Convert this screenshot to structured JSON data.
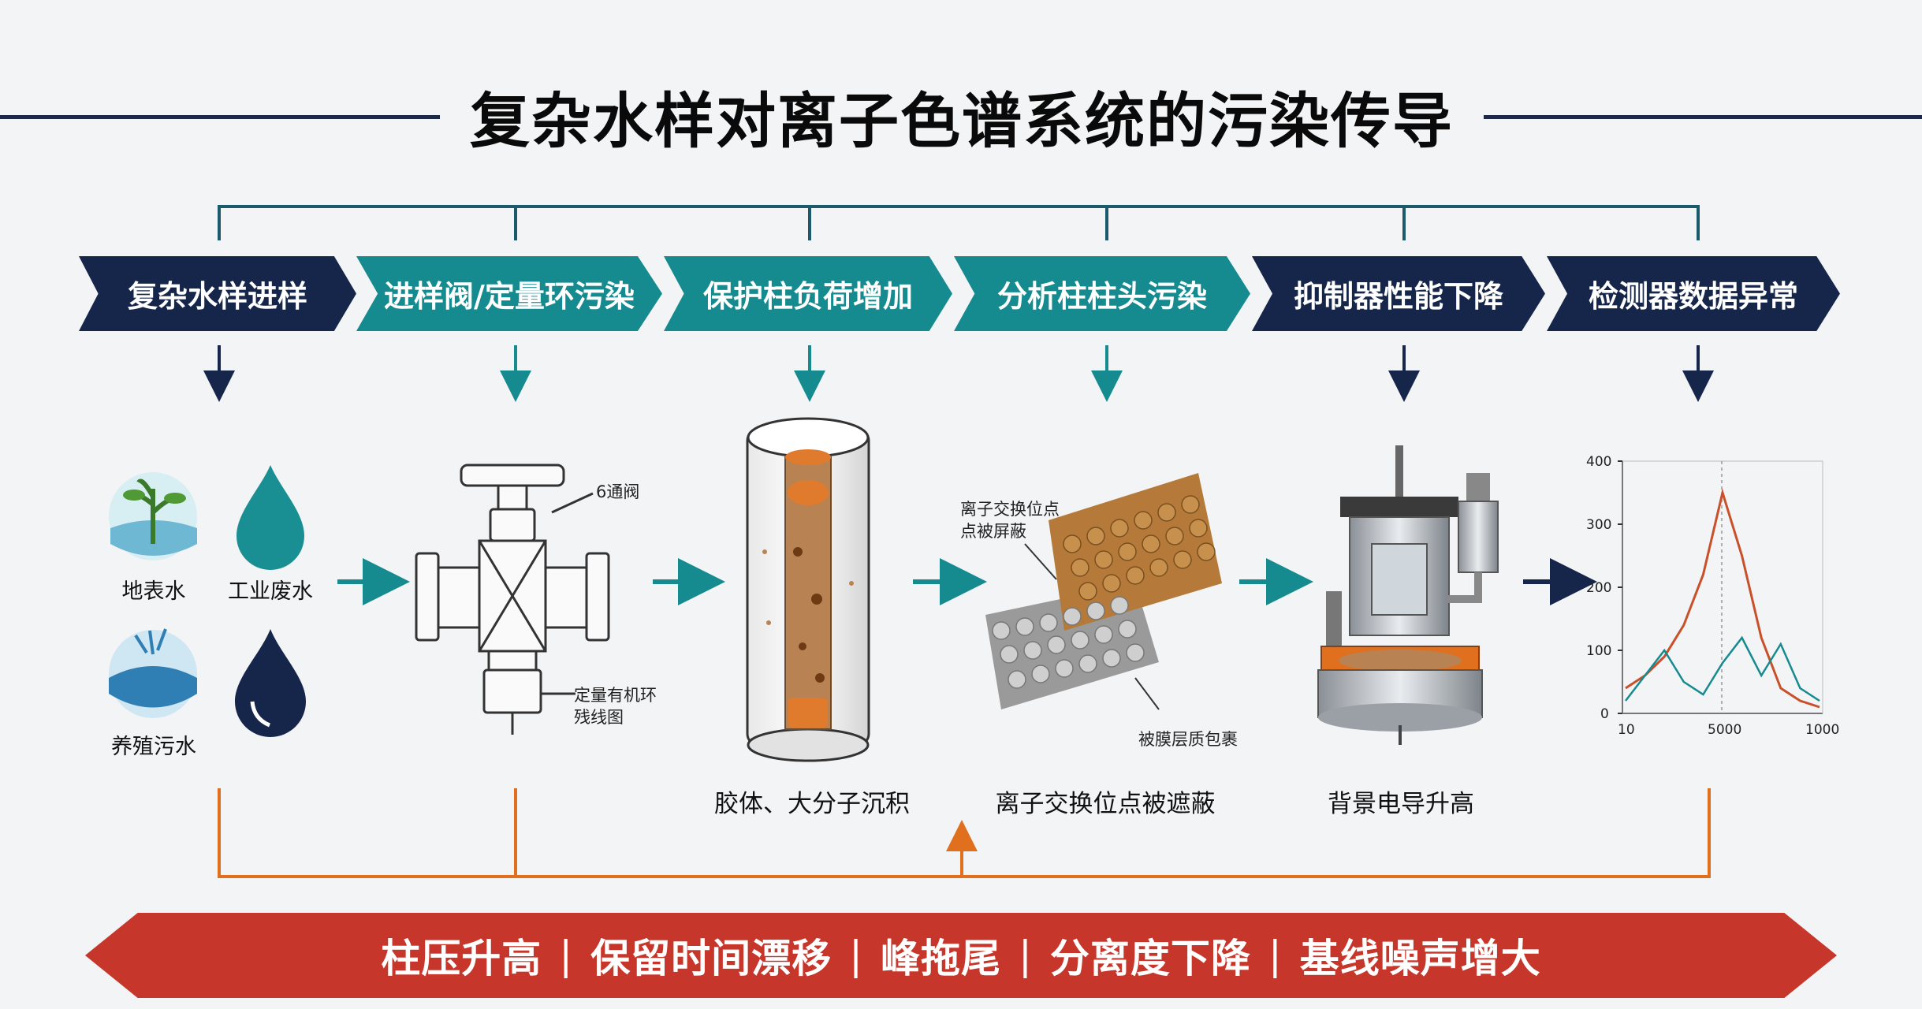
{
  "title": "复杂水样对离子色谱系统的污染传导",
  "steps": [
    {
      "label": "复杂水样进样",
      "color": "#15264a"
    },
    {
      "label": "进样阀/定量环污染",
      "color": "#158a8f"
    },
    {
      "label": "保护柱负荷增加",
      "color": "#158a8f"
    },
    {
      "label": "分析柱柱头污染",
      "color": "#158a8f"
    },
    {
      "label": "抑制器性能下降",
      "color": "#15264a"
    },
    {
      "label": "检测器数据异常",
      "color": "#15264a"
    }
  ],
  "samples": [
    {
      "label": "地表水",
      "icon": "plant-water-icon"
    },
    {
      "label": "工业废水",
      "icon": "teal-drop-icon"
    },
    {
      "label": "养殖污水",
      "icon": "water-splash-icon"
    },
    {
      "label": "",
      "icon": "navy-drop-icon"
    }
  ],
  "valve_notes": {
    "top": "6通阀",
    "bottom": "定量有机环\n残线图"
  },
  "resin_notes": {
    "top": "离子交换位点\n点被屏蔽",
    "bottom": "被膜层质包裹"
  },
  "captions": {
    "guard_column": "胶体、大分子沉积",
    "analytical_column": "离子交换位点被遮蔽",
    "suppressor": "背景电导升高"
  },
  "chart": {
    "y_ticks": [
      "400",
      "300",
      "200",
      "100",
      "0"
    ],
    "x_ticks": [
      "10",
      "5000",
      "1000"
    ]
  },
  "chart_data": {
    "type": "line",
    "ylim": [
      0,
      400
    ],
    "series": [
      {
        "values": [
          40,
          60,
          90,
          140,
          220,
          350,
          250,
          120,
          40,
          20,
          10
        ]
      },
      {
        "values": [
          20,
          60,
          100,
          50,
          30,
          80,
          120,
          60,
          110,
          40,
          20
        ]
      }
    ]
  },
  "effects": [
    "柱压升高",
    "保留时间漂移",
    "峰拖尾",
    "分离度下降",
    "基线噪声增大"
  ],
  "colors": {
    "navy": "#15264a",
    "teal": "#158a8f",
    "orange": "#e0701e",
    "red": "#c6362a"
  }
}
